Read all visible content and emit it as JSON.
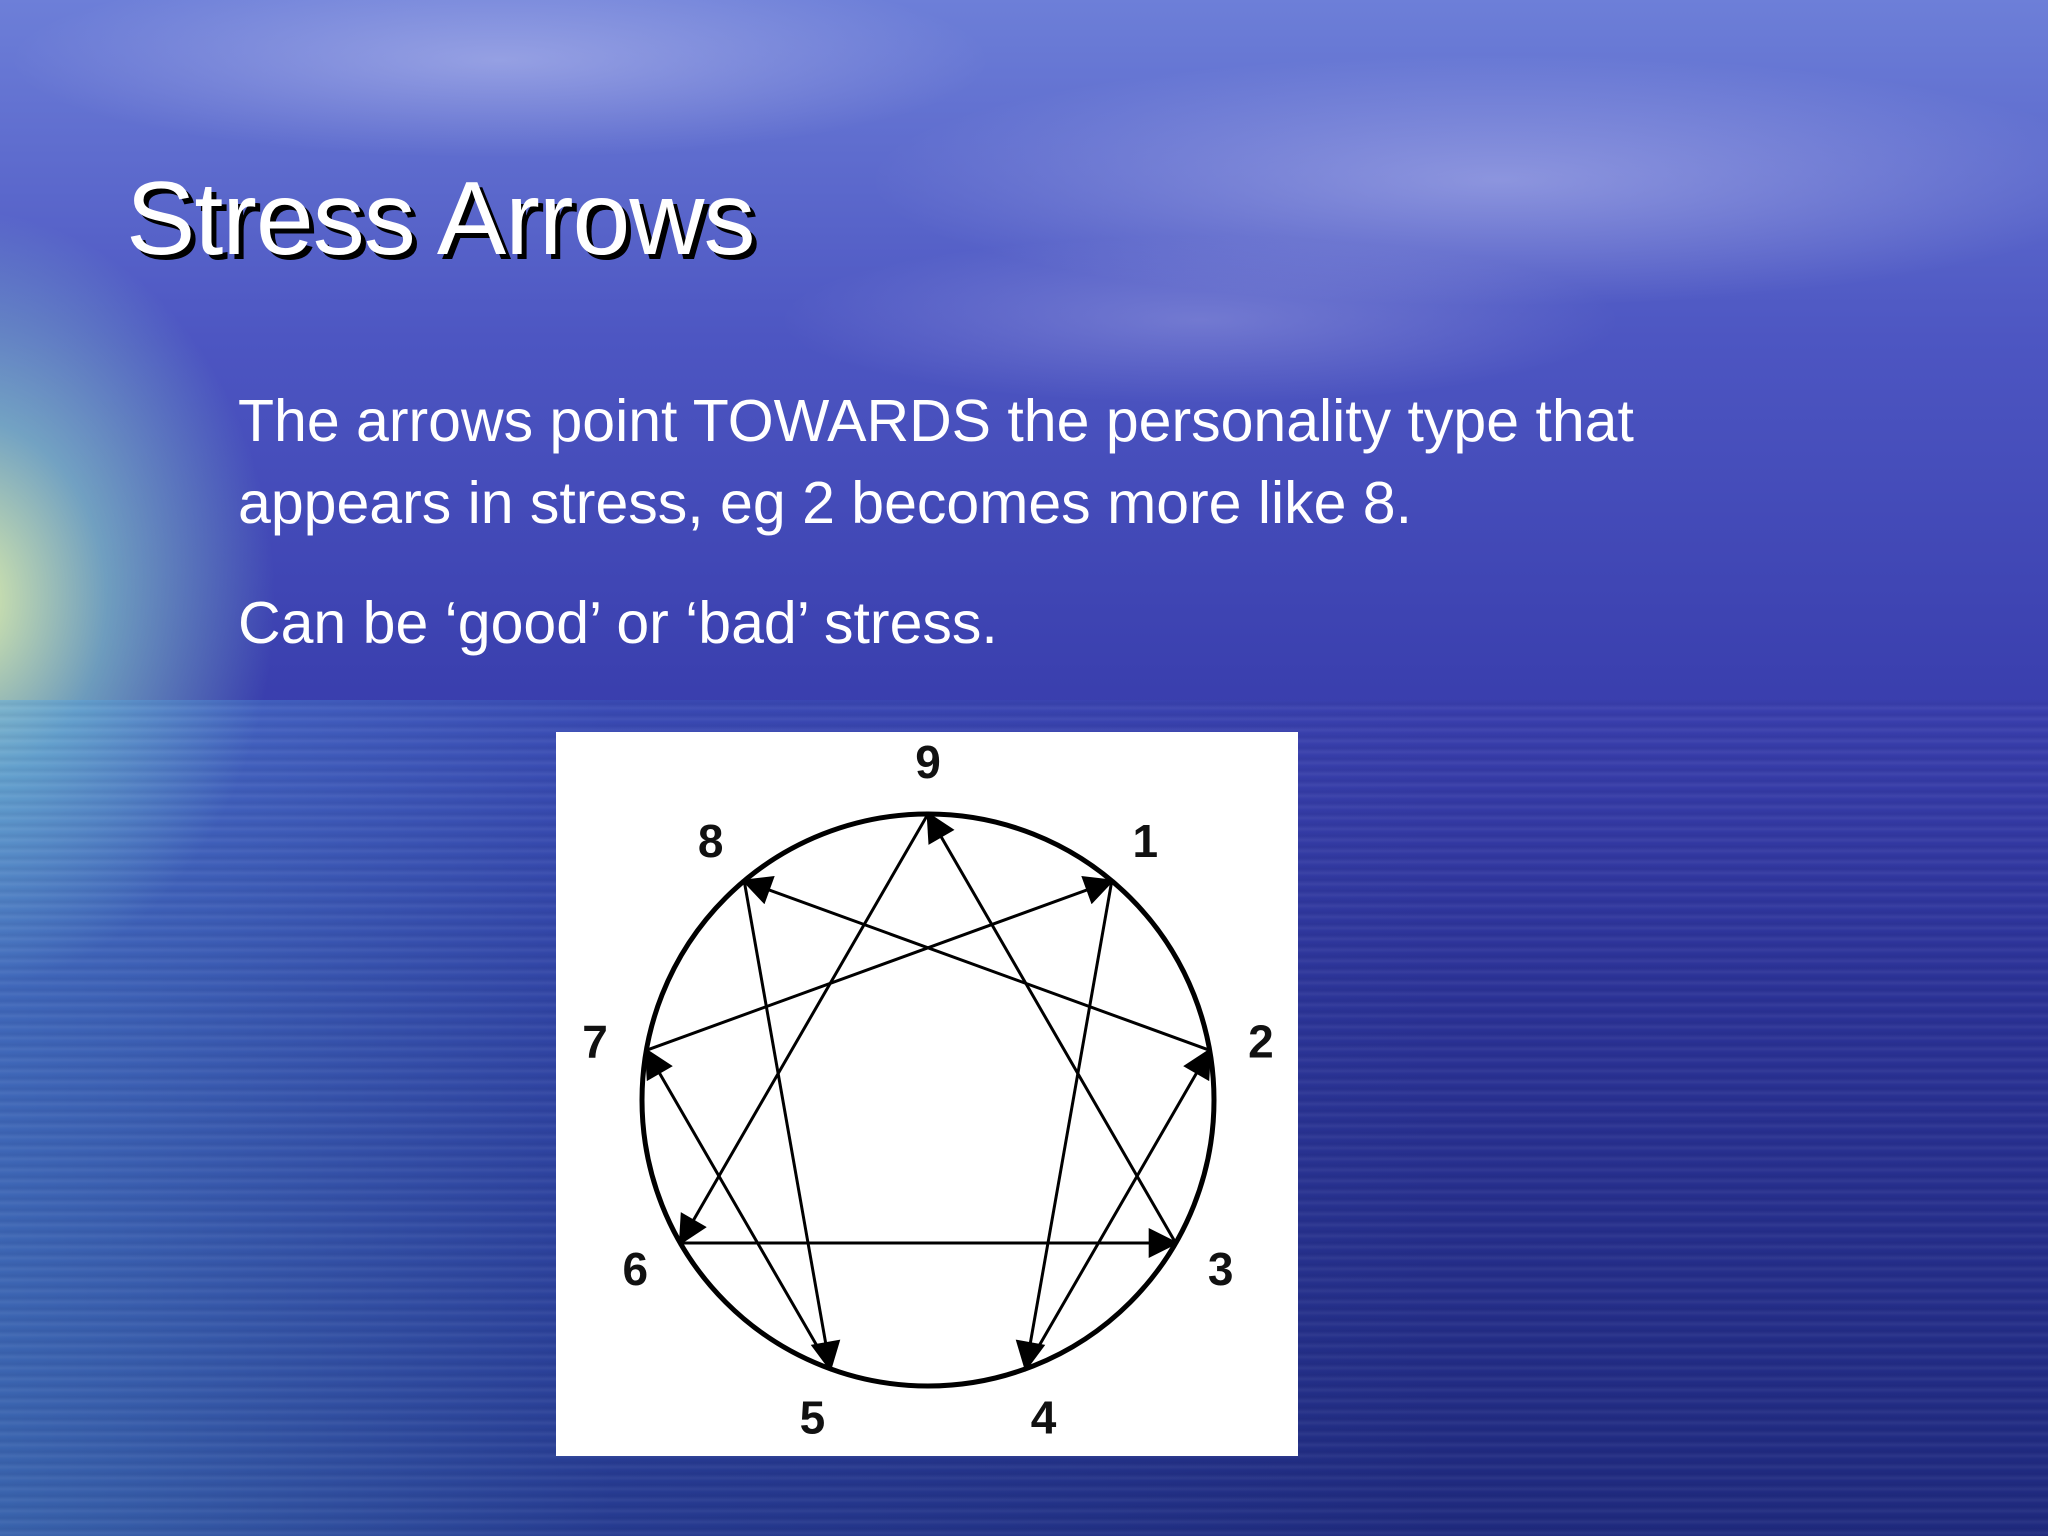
{
  "slide": {
    "title": "Stress Arrows",
    "paragraphs": [
      "The arrows point TOWARDS the personality type that appears in stress, eg 2 becomes more like 8.",
      "Can be ‘good’ or ‘bad’ stress."
    ]
  },
  "diagram": {
    "labels": [
      "9",
      "1",
      "2",
      "3",
      "4",
      "5",
      "6",
      "7",
      "8"
    ],
    "arrows": [
      {
        "from": "1",
        "to": "4"
      },
      {
        "from": "4",
        "to": "2"
      },
      {
        "from": "2",
        "to": "8"
      },
      {
        "from": "8",
        "to": "5"
      },
      {
        "from": "5",
        "to": "7"
      },
      {
        "from": "7",
        "to": "1"
      },
      {
        "from": "9",
        "to": "6"
      },
      {
        "from": "6",
        "to": "3"
      },
      {
        "from": "3",
        "to": "9"
      }
    ]
  }
}
